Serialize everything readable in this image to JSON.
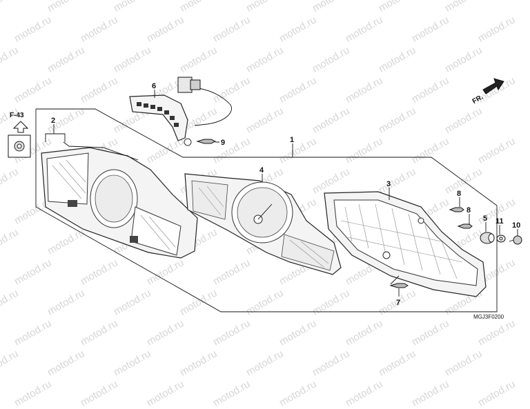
{
  "watermark": "motod.ru",
  "diagram_code": "MGJ3F0200",
  "ref_code": "F-43",
  "direction_label": "FR.",
  "callouts": [
    "1",
    "2",
    "3",
    "4",
    "5",
    "6",
    "7",
    "8",
    "8",
    "9",
    "10",
    "11"
  ]
}
